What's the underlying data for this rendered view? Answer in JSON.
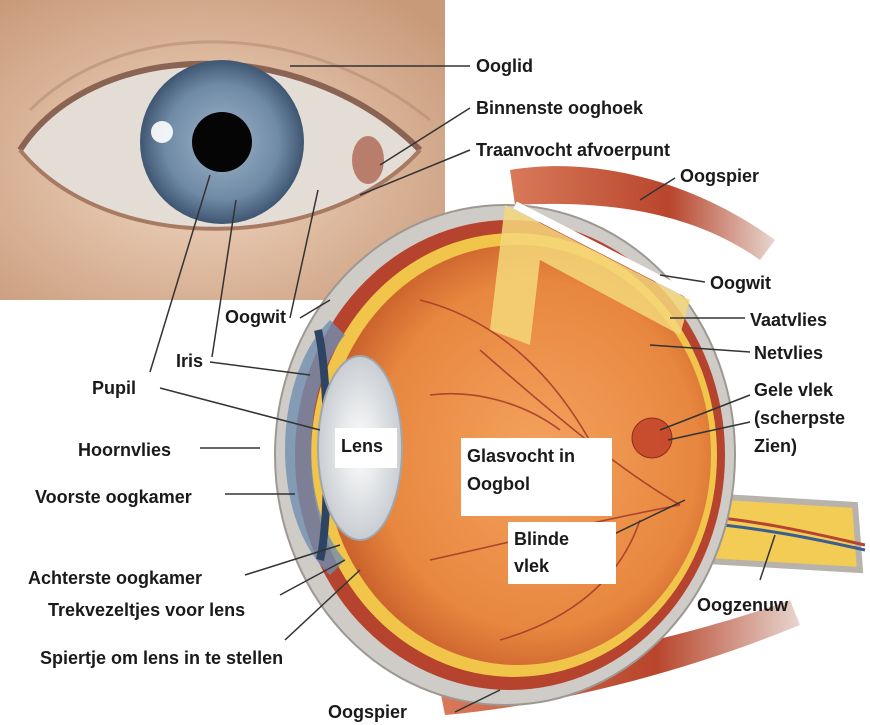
{
  "diagram": {
    "labels": {
      "ooglid": "Ooglid",
      "binnenste_ooghoek": "Binnenste ooghoek",
      "traanvocht": "Traanvocht afvoerpunt",
      "oogspier_top": "Oogspier",
      "oogwit_right": "Oogwit",
      "vaatvlies": "Vaatvlies",
      "netvlies": "Netvlies",
      "gele_vlek_1": "Gele vlek",
      "gele_vlek_2": "(scherpste",
      "gele_vlek_3": "Zien)",
      "oogwit_left": "Oogwit",
      "iris": "Iris",
      "pupil": "Pupil",
      "hoornvlies": "Hoornvlies",
      "voorste_oogkamer": "Voorste oogkamer",
      "achterste_oogkamer": "Achterste oogkamer",
      "trekvezeltjes": "Trekvezeltjes voor lens",
      "spiertje": "Spiertje om lens in te stellen",
      "oogzenuw": "Oogzenuw",
      "oogspier_bottom": "Oogspier",
      "lens": "Lens",
      "glasvocht_1": "Glasvocht in",
      "glasvocht_2": "Oogbol",
      "blinde_vlek_1": "Blinde",
      "blinde_vlek_2": "vlek"
    },
    "colors": {
      "skin": "#e9cdb4",
      "iris": "#6f8aa6",
      "sclera": "#d9d6d2",
      "eyeball_interior": "#e8873f",
      "retina": "#f1c44a",
      "choroid": "#b5432e",
      "muscle": "#c8563a",
      "leader": "#333333"
    }
  }
}
